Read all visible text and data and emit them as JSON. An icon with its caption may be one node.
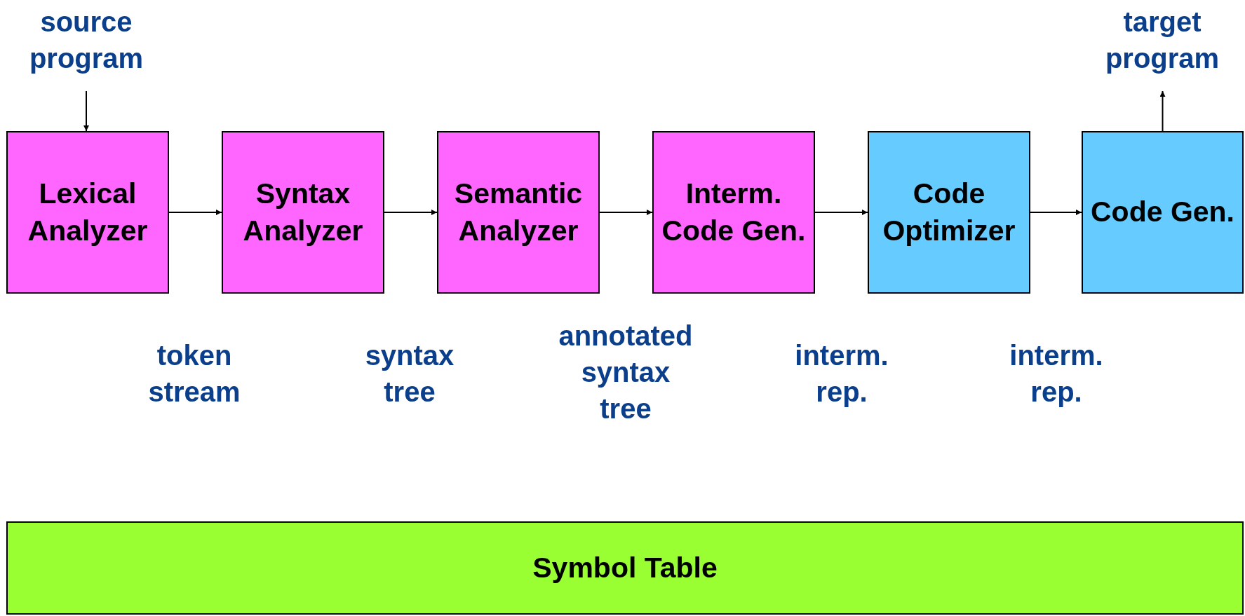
{
  "diagram": {
    "nodes": [
      {
        "text": [
          "source program"
        ]
      },
      {
        "text": [
          "Lexical Analyzer"
        ]
      },
      {
        "text": [
          "Syntax Analyzer"
        ]
      },
      {
        "text": [
          "Semantic Analyzer"
        ]
      },
      {
        "text": [
          "Interm. Code Gen."
        ]
      },
      {
        "text": [
          "Code Optimizer"
        ]
      },
      {
        "text": [
          "Code Gen."
        ]
      },
      {
        "text": [
          "target program"
        ]
      },
      {
        "text": [
          "Symbol Table"
        ]
      }
    ],
    "edges": [
      {
        "from": 0,
        "to": 1,
        "arrow": "to"
      },
      {
        "from": 1,
        "to": 2,
        "arrow": "to"
      },
      {
        "from": 2,
        "to": 3,
        "arrow": "to"
      },
      {
        "from": 3,
        "to": 4,
        "arrow": "to"
      },
      {
        "from": 4,
        "to": 5,
        "arrow": "to"
      },
      {
        "from": 5,
        "to": 6,
        "arrow": "to"
      },
      {
        "from": 6,
        "to": 7,
        "arrow": "to"
      }
    ],
    "labels": [
      "token stream",
      "syntax tree",
      "annotated syntax tree",
      "interm. rep.",
      "interm. rep."
    ]
  }
}
